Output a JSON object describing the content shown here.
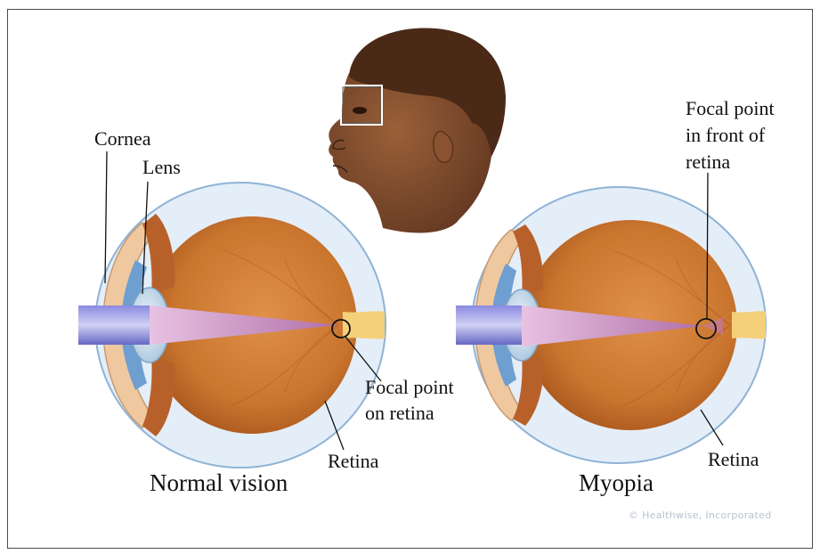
{
  "labels": {
    "cornea": "Cornea",
    "lens": "Lens",
    "focal_on_retina_line1": "Focal point",
    "focal_on_retina_line2": "on retina",
    "retina_left": "Retina",
    "normal_vision": "Normal vision",
    "focal_front_line1": "Focal point",
    "focal_front_line2": "in front of",
    "focal_front_line3": "retina",
    "retina_right": "Retina",
    "myopia": "Myopia"
  },
  "credit": "© Healthwise, Incorporated",
  "colors": {
    "eyeball": "#c9752e",
    "sclera": "#e3eef8",
    "lens": "#bcd9ee",
    "light_beam": "#6f6fc8",
    "focal_cone": "#d9a6cf",
    "skin": "#7b4a2c",
    "hair": "#4a2a17"
  }
}
